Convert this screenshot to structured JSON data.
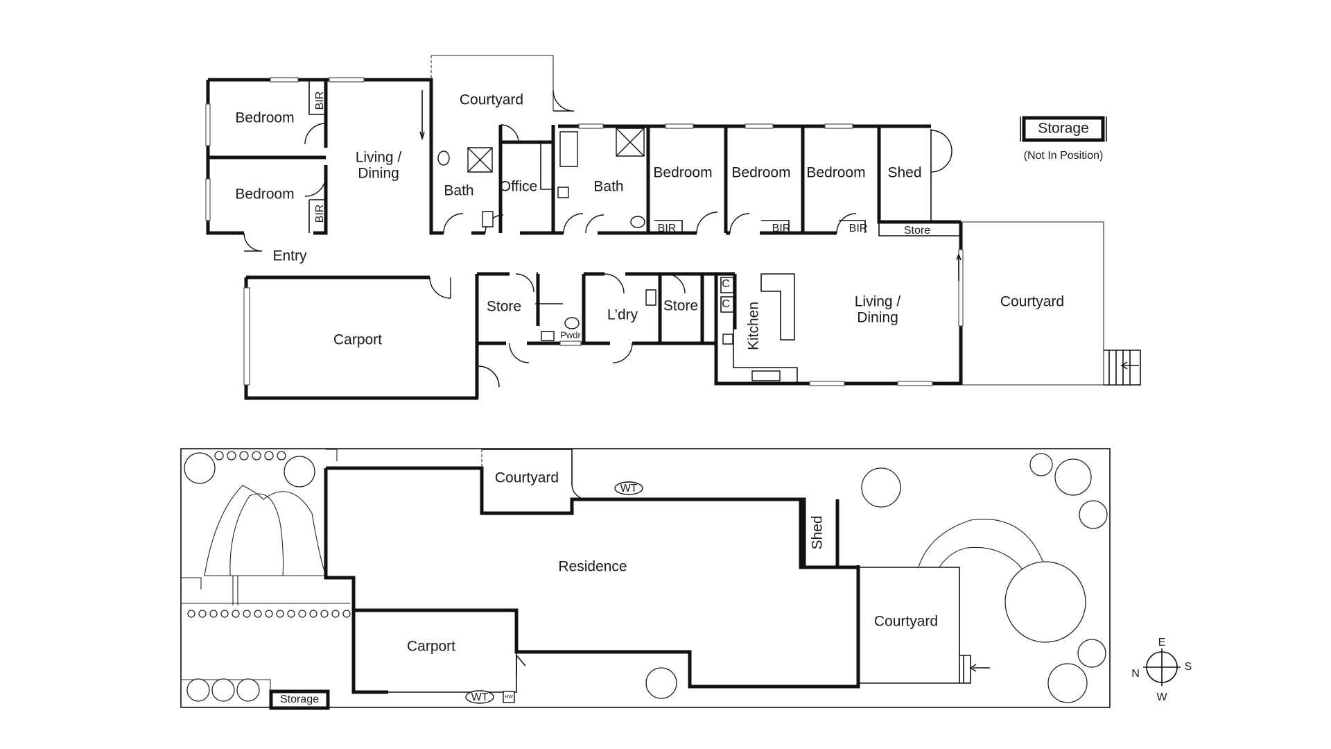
{
  "floor_plan": {
    "rooms": {
      "bedroom_1": "Bedroom",
      "bedroom_2": "Bedroom",
      "bir_1": "BIR",
      "bir_2": "BIR",
      "living_dining_top": "Living /",
      "living_dining_top_2": "Dining",
      "courtyard_top": "Courtyard",
      "bath_1": "Bath",
      "office": "Office",
      "bath_2": "Bath",
      "bedroom_3": "Bedroom",
      "bedroom_4": "Bedroom",
      "bedroom_5": "Bedroom",
      "shed": "Shed",
      "bir_3": "BIR",
      "bir_4": "BIR",
      "bir_5": "BIR",
      "store_small": "Store",
      "entry": "Entry",
      "carport": "Carport",
      "store_1": "Store",
      "pwdr": "Pwdr",
      "laundry": "L’dry",
      "store_2": "Store",
      "cupboard_1": "C",
      "cupboard_2": "C",
      "kitchen": "Kitchen",
      "living_dining_bottom": "Living /",
      "living_dining_bottom_2": "Dining",
      "courtyard_right": "Courtyard"
    },
    "storage_box": "Storage",
    "storage_note": "(Not In Position)"
  },
  "site_plan": {
    "courtyard_top": "Courtyard",
    "wt_top": "WT",
    "shed": "Shed",
    "residence": "Residence",
    "carport": "Carport",
    "courtyard_right": "Courtyard",
    "wt_bottom": "WT",
    "hw": "HW",
    "storage": "Storage"
  },
  "compass": {
    "n": "N",
    "e": "E",
    "s": "S",
    "w": "W"
  }
}
